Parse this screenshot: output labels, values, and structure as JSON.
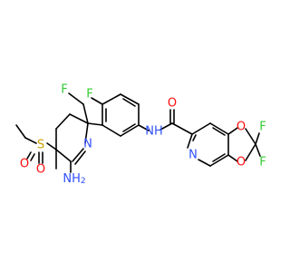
{
  "molecule": {
    "atoms": {
      "F_top": "F",
      "F_ch2": "F",
      "N_amide": "NH",
      "O_carbonyl": "O",
      "N_ring": "N",
      "O_upper": "O",
      "O_lower": "O",
      "F_gem1": "F",
      "F_gem2": "F",
      "N_pyridine": "N",
      "S": "S",
      "O_s_left": "O",
      "O_s_bottom": "O",
      "N_amino": "NH",
      "amino_sub": "2"
    },
    "colors": {
      "bond": "#000000",
      "fluorine": "#33cc33",
      "nitrogen": "#3050f8",
      "oxygen": "#ff0d0d",
      "sulfur": "#c8a000"
    }
  }
}
